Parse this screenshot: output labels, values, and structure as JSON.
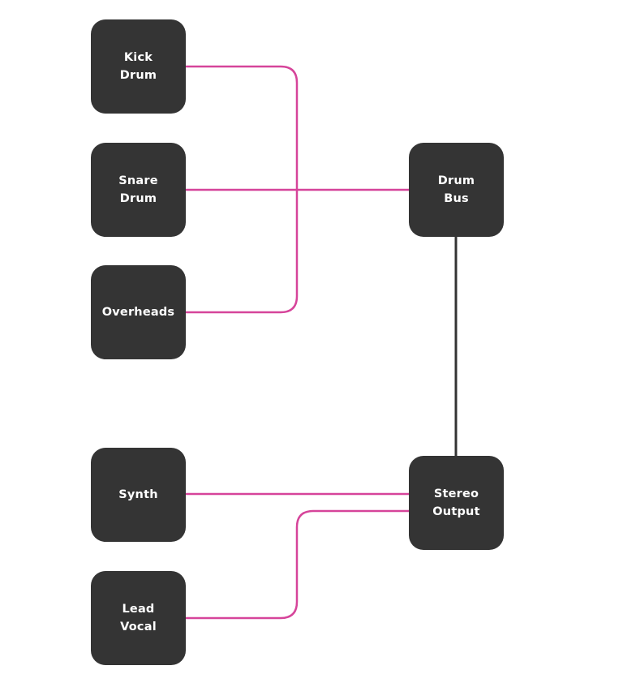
{
  "colors": {
    "node_fill": "#343434",
    "node_text": "#ffffff",
    "input_wire": "#d6449a",
    "bus_wire": "#343434",
    "background": "#ffffff"
  },
  "nodes": {
    "kick_drum": {
      "line1": "Kick",
      "line2": "Drum"
    },
    "snare_drum": {
      "line1": "Snare",
      "line2": "Drum"
    },
    "overheads": {
      "line1": "Overheads"
    },
    "drum_bus": {
      "line1": "Drum",
      "line2": "Bus"
    },
    "synth": {
      "line1": "Synth"
    },
    "lead_vocal": {
      "line1": "Lead",
      "line2": "Vocal"
    },
    "stereo_output": {
      "line1": "Stereo",
      "line2": "Output"
    }
  },
  "connections": [
    {
      "from": "Kick Drum",
      "to": "Drum Bus",
      "color": "input_wire"
    },
    {
      "from": "Snare Drum",
      "to": "Drum Bus",
      "color": "input_wire"
    },
    {
      "from": "Overheads",
      "to": "Drum Bus",
      "color": "input_wire"
    },
    {
      "from": "Drum Bus",
      "to": "Stereo Output",
      "color": "bus_wire"
    },
    {
      "from": "Synth",
      "to": "Stereo Output",
      "color": "input_wire"
    },
    {
      "from": "Lead Vocal",
      "to": "Stereo Output",
      "color": "input_wire"
    }
  ]
}
